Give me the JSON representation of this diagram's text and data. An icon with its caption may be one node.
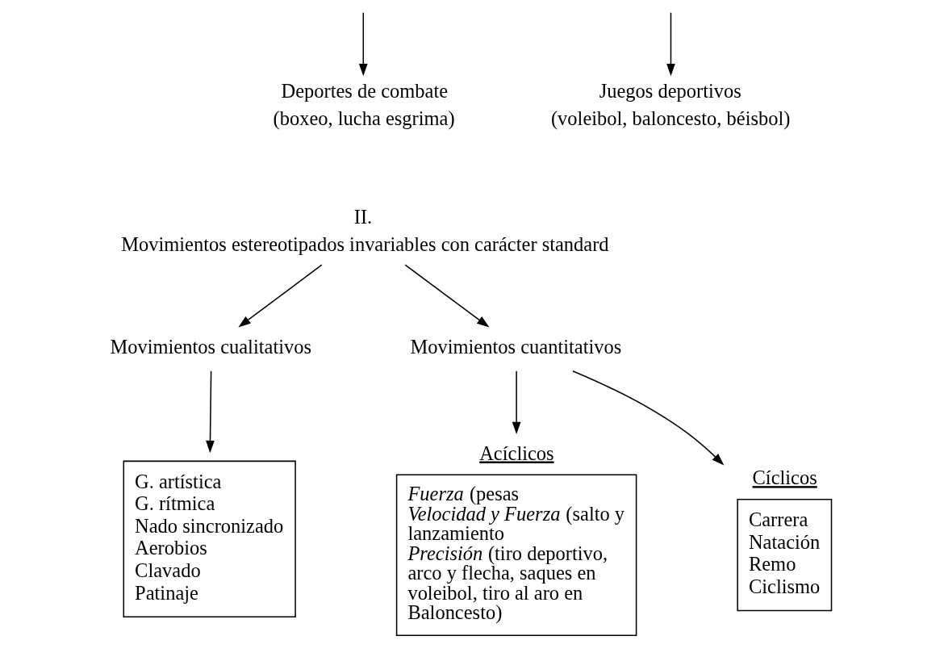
{
  "diagram": {
    "nodes": [
      {
        "text": [
          "Deportes de combate",
          "(boxeo, lucha esgrima)"
        ]
      },
      {
        "text": [
          "Juegos deportivos",
          "(voleibol, baloncesto, béisbol)"
        ]
      },
      {
        "text": [
          "II.",
          "Movimientos estereotipados invariables con carácter standard"
        ]
      },
      {
        "text": [
          "Movimientos cualitativos"
        ]
      },
      {
        "text": [
          "Movimientos cuantitativos"
        ]
      },
      {
        "text": [
          "G. artística",
          "G. rítmica",
          "Nado sincronizado",
          "Aerobios",
          "Clavado",
          "Patinaje"
        ]
      },
      {
        "text": [
          "Acíclicos",
          "*Fuerza* (pesas",
          "*Velocidad y Fuerza* (salto y lanzamiento",
          "*Precisión* (tiro deportivo, arco y flecha, saques en voleibol, tiro al aro en Baloncesto)"
        ]
      },
      {
        "text": [
          "Cíclicos",
          "Carrera",
          "Natación",
          "Remo",
          "Ciclismo"
        ]
      }
    ],
    "edges": [
      {
        "from": null,
        "to": 0,
        "arrow": "to"
      },
      {
        "from": null,
        "to": 1,
        "arrow": "to"
      },
      {
        "from": 2,
        "to": 3,
        "arrow": "to"
      },
      {
        "from": 2,
        "to": 4,
        "arrow": "to"
      },
      {
        "from": 3,
        "to": 5,
        "arrow": "to"
      },
      {
        "from": 4,
        "to": 6,
        "arrow": "to"
      },
      {
        "from": 4,
        "to": 7,
        "arrow": "to"
      }
    ]
  }
}
